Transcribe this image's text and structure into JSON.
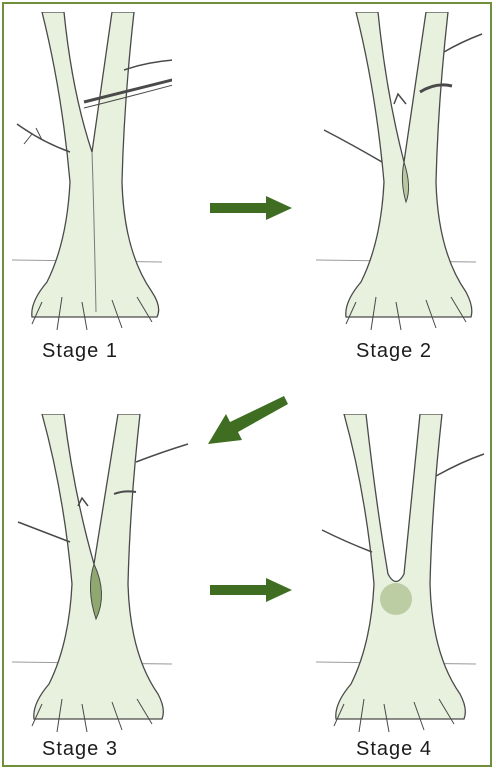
{
  "colors": {
    "border": "#6f8f3a",
    "arrow": "#3f6e22",
    "bark_fill": "#e7f1de",
    "bark_stroke": "#4a4a4a",
    "wound": "#8fa86f"
  },
  "stages": [
    {
      "label": "Stage 1",
      "icon": "co-dominant-stem-tree-icon"
    },
    {
      "label": "Stage 2",
      "icon": "included-bark-tree-icon"
    },
    {
      "label": "Stage 3",
      "icon": "split-union-tree-icon"
    },
    {
      "label": "Stage 4",
      "icon": "decayed-union-tree-icon"
    }
  ],
  "arrows": [
    {
      "from": "Stage 1",
      "to": "Stage 2",
      "direction": "right"
    },
    {
      "from": "Stage 2",
      "to": "Stage 3",
      "direction": "down-left"
    },
    {
      "from": "Stage 3",
      "to": "Stage 4",
      "direction": "right"
    }
  ]
}
